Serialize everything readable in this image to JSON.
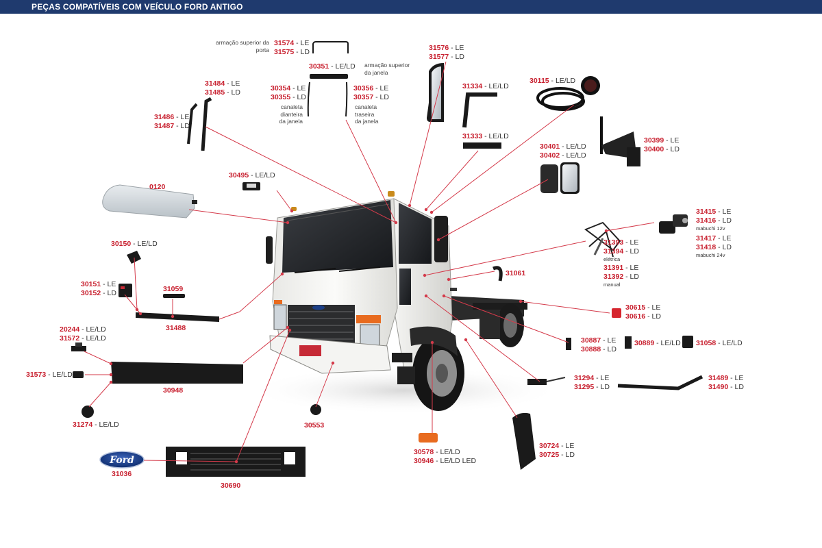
{
  "header": {
    "title": "PEÇAS COMPATÍVEIS COM VEÍCULO FORD ANTIGO"
  },
  "colors": {
    "header_bg": "#1f3a6e",
    "code": "#c8202f",
    "leader": "#d43a4a"
  },
  "logo": {
    "text": "Ford"
  },
  "labels": {
    "p31574": {
      "lines": [
        {
          "code": "31574",
          "side": " - LE"
        },
        {
          "code": "31575",
          "side": " - LD"
        }
      ]
    },
    "p30351": {
      "lines": [
        {
          "code": "30351",
          "side": " - LE/LD"
        }
      ]
    },
    "p31576": {
      "lines": [
        {
          "code": "31576",
          "side": " - LE"
        },
        {
          "code": "31577",
          "side": " - LD"
        }
      ]
    },
    "p31484": {
      "lines": [
        {
          "code": "31484",
          "side": " - LE"
        },
        {
          "code": "31485",
          "side": " - LD"
        }
      ]
    },
    "p30354": {
      "lines": [
        {
          "code": "30354",
          "side": " - LE"
        },
        {
          "code": "30355",
          "side": " - LD"
        }
      ]
    },
    "p30356": {
      "lines": [
        {
          "code": "30356",
          "side": " - LE"
        },
        {
          "code": "30357",
          "side": " - LD"
        }
      ]
    },
    "p31334": {
      "lines": [
        {
          "code": "31334",
          "side": " - LE/LD"
        }
      ]
    },
    "p30115": {
      "lines": [
        {
          "code": "30115",
          "side": " - LE/LD"
        }
      ]
    },
    "p31486": {
      "lines": [
        {
          "code": "31486",
          "side": " - LE"
        },
        {
          "code": "31487",
          "side": " - LD"
        }
      ]
    },
    "p31333": {
      "lines": [
        {
          "code": "31333",
          "side": " - LE/LD"
        }
      ]
    },
    "p30399": {
      "lines": [
        {
          "code": "30399",
          "side": " - LE"
        },
        {
          "code": "30400",
          "side": " - LD"
        }
      ]
    },
    "p30401": {
      "lines": [
        {
          "code": "30401",
          "side": " - LE/LD"
        },
        {
          "code": "30402",
          "side": " - LE/LD"
        }
      ]
    },
    "p30495": {
      "lines": [
        {
          "code": "30495",
          "side": " - LE/LD"
        }
      ]
    },
    "p0120": {
      "lines": [
        {
          "code": "0120",
          "side": ""
        }
      ]
    },
    "p31415": {
      "lines": [
        {
          "code": "31415",
          "side": " - LE"
        },
        {
          "code": "31416",
          "side": " - LD",
          "sub": "mabuchi 12v"
        },
        {
          "code": "31417",
          "side": " - LE"
        },
        {
          "code": "31418",
          "side": " - LD",
          "sub": "mabuchi 24v"
        }
      ]
    },
    "p30150": {
      "lines": [
        {
          "code": "30150",
          "side": " - LE/LD"
        }
      ]
    },
    "p31393": {
      "lines": [
        {
          "code": "31393",
          "side": " - LE"
        },
        {
          "code": "31394",
          "side": " - LD",
          "sub": "elétrica"
        },
        {
          "code": "31391",
          "side": " - LE"
        },
        {
          "code": "31392",
          "side": " - LD",
          "sub": "manual"
        }
      ]
    },
    "p31061": {
      "lines": [
        {
          "code": "31061",
          "side": ""
        }
      ]
    },
    "p30151": {
      "lines": [
        {
          "code": "30151",
          "side": " - LE"
        },
        {
          "code": "30152",
          "side": " - LD"
        }
      ]
    },
    "p31059": {
      "lines": [
        {
          "code": "31059",
          "side": ""
        }
      ]
    },
    "p30615": {
      "lines": [
        {
          "code": "30615",
          "side": " - LE"
        },
        {
          "code": "30616",
          "side": " - LD"
        }
      ]
    },
    "p31488": {
      "lines": [
        {
          "code": "31488",
          "side": ""
        }
      ]
    },
    "p20244": {
      "lines": [
        {
          "code": "20244",
          "side": "  - LE/LD"
        },
        {
          "code": "31572",
          "side": "  - LE/LD"
        }
      ]
    },
    "p30887": {
      "lines": [
        {
          "code": "30887",
          "side": " - LE"
        },
        {
          "code": "30888",
          "side": " - LD"
        }
      ]
    },
    "p30889": {
      "lines": [
        {
          "code": "30889",
          "side": " - LE/LD"
        }
      ]
    },
    "p31058": {
      "lines": [
        {
          "code": "31058",
          "side": " - LE/LD"
        }
      ]
    },
    "p31573": {
      "lines": [
        {
          "code": "31573",
          "side": " - LE/LD"
        }
      ]
    },
    "p30948": {
      "lines": [
        {
          "code": "30948",
          "side": ""
        }
      ]
    },
    "p31294": {
      "lines": [
        {
          "code": "31294",
          "side": " - LE"
        },
        {
          "code": "31295",
          "side": "  - LD"
        }
      ]
    },
    "p31489": {
      "lines": [
        {
          "code": "31489",
          "side": " - LE"
        },
        {
          "code": "31490",
          "side": " - LD"
        }
      ]
    },
    "p31274": {
      "lines": [
        {
          "code": "31274",
          "side": " - LE/LD"
        }
      ]
    },
    "p30553": {
      "lines": [
        {
          "code": "30553",
          "side": ""
        }
      ]
    },
    "p30578": {
      "lines": [
        {
          "code": "30578",
          "side": " - LE/LD"
        },
        {
          "code": "30946",
          "side": " - LE/LD LED"
        }
      ]
    },
    "p30724": {
      "lines": [
        {
          "code": "30724",
          "side": " - LE"
        },
        {
          "code": "30725",
          "side": " - LD"
        }
      ]
    },
    "p31036": {
      "lines": [
        {
          "code": "31036",
          "side": ""
        }
      ]
    },
    "p30690": {
      "lines": [
        {
          "code": "30690",
          "side": ""
        }
      ]
    }
  },
  "descriptions": {
    "d_porta": [
      "armação superior da",
      "porta"
    ],
    "d_janela": [
      "armação superior",
      "da janela"
    ],
    "d_dianteira": [
      "canaleta",
      "dianteira",
      "da janela"
    ],
    "d_traseira": [
      "canaleta",
      "traseira",
      "da janela"
    ]
  }
}
